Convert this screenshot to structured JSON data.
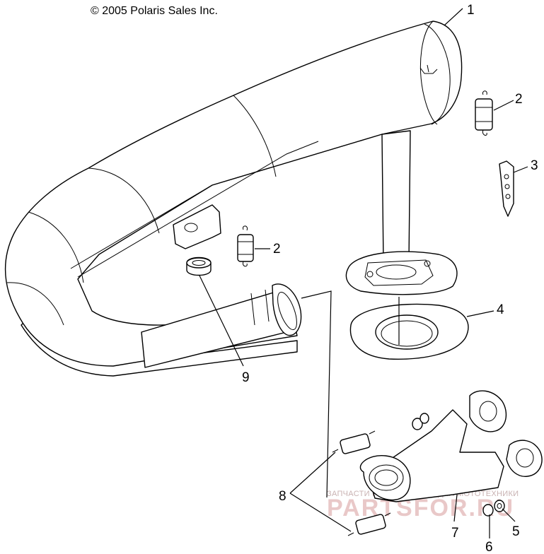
{
  "copyright": "© 2005 Polaris Sales Inc.",
  "watermark": {
    "line1": "ЗАПЧАСТИ И АКСЕССУАРЫ ДЛЯ МОТОТЕХНИКИ",
    "line2": "PARTSFOR.RU"
  },
  "callouts": [
    {
      "id": "callout-1",
      "text": "1"
    },
    {
      "id": "callout-2a",
      "text": "2"
    },
    {
      "id": "callout-2b",
      "text": "2"
    },
    {
      "id": "callout-3",
      "text": "3"
    },
    {
      "id": "callout-4",
      "text": "4"
    },
    {
      "id": "callout-5",
      "text": "5"
    },
    {
      "id": "callout-6",
      "text": "6"
    },
    {
      "id": "callout-7",
      "text": "7"
    },
    {
      "id": "callout-8",
      "text": "8"
    },
    {
      "id": "callout-9",
      "text": "9"
    }
  ]
}
